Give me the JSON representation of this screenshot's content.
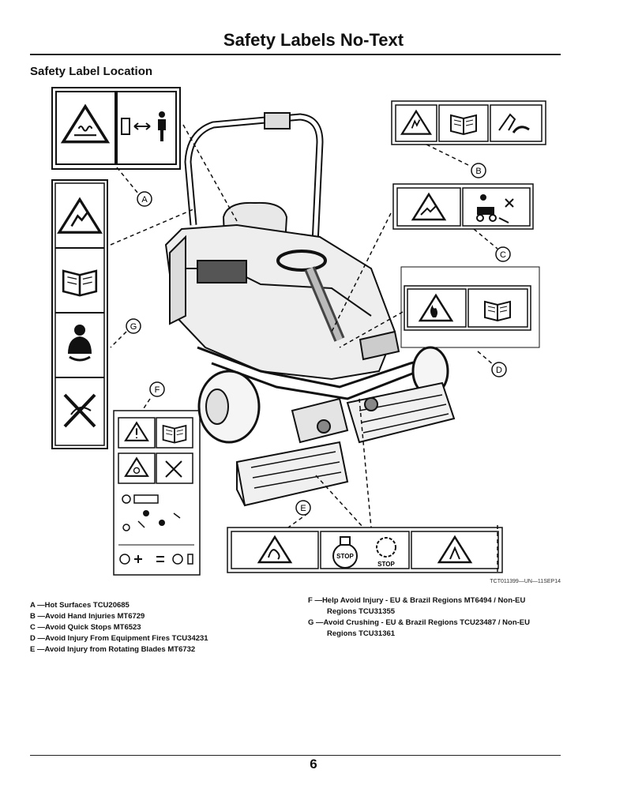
{
  "page": {
    "title": "Safety Labels No-Text",
    "section": "Safety Label Location",
    "page_number": "6"
  },
  "figure": {
    "caption": "TCT011399—UN—11SEP14",
    "callouts": [
      "A",
      "B",
      "C",
      "D",
      "E",
      "F",
      "G"
    ],
    "stop_label_1": "STOP",
    "stop_label_2": "STOP",
    "icons": [
      "hot-surface-warning-icon",
      "keep-distance-icon",
      "read-manual-icon",
      "hand-injury-icon",
      "hand-blade-icon",
      "fire-warning-icon",
      "rotating-blade-warning-icon",
      "stop-knob-icon",
      "no-riders-icon",
      "seatbelt-operator-icon",
      "crushing-warning-icon",
      "controls-diagram-icon"
    ]
  },
  "legend": {
    "left": [
      "A —Hot Surfaces TCU20685",
      "B —Avoid Hand Injuries MT6729",
      "C —Avoid Quick Stops MT6523",
      "D —Avoid Injury From Equipment Fires TCU34231",
      "E —Avoid Injury from Rotating Blades MT6732"
    ],
    "right": [
      "F —Help Avoid Injury - EU & Brazil Regions MT6494 / Non-EU",
      "Regions TCU31355",
      "G —Avoid Crushing - EU & Brazil Regions TCU23487 / Non-EU",
      "Regions TCU31361"
    ]
  }
}
